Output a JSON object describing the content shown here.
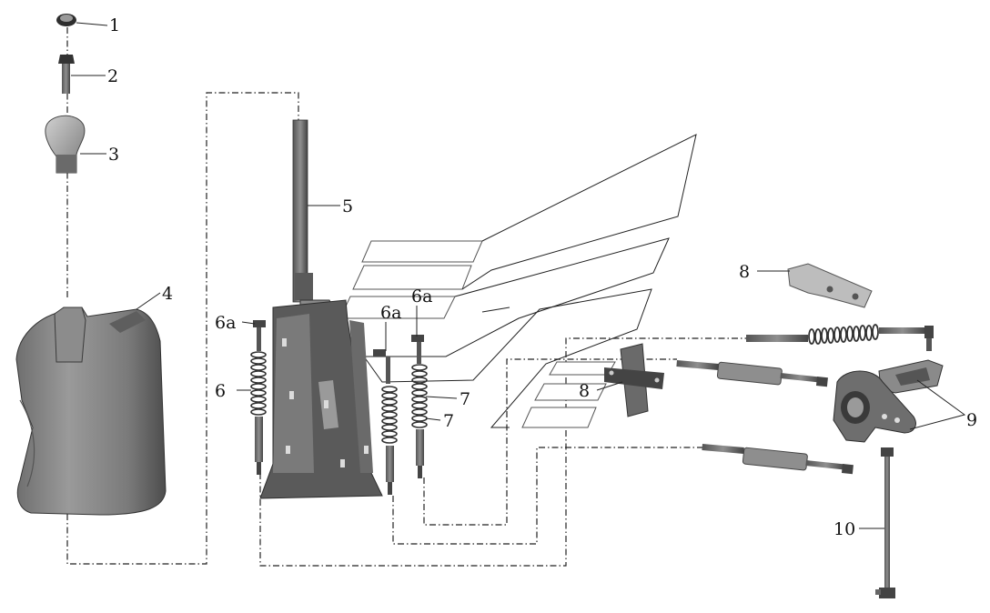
{
  "callouts": {
    "c1": "1",
    "c2": "2",
    "c3": "3",
    "c4": "4",
    "c5": "5",
    "c6a_left": "6a",
    "c6a_mid": "6a",
    "c6a_top": "6a",
    "c6": "6",
    "c7_upper": "7",
    "c7_lower": "7",
    "c8_top": "8",
    "c8_mid": "8",
    "c9": "9",
    "c10": "10"
  },
  "colors": {
    "part_dark": "#4a4a4a",
    "part_mid": "#8a8a8a",
    "part_light": "#c8c8c8",
    "line": "#222222"
  }
}
